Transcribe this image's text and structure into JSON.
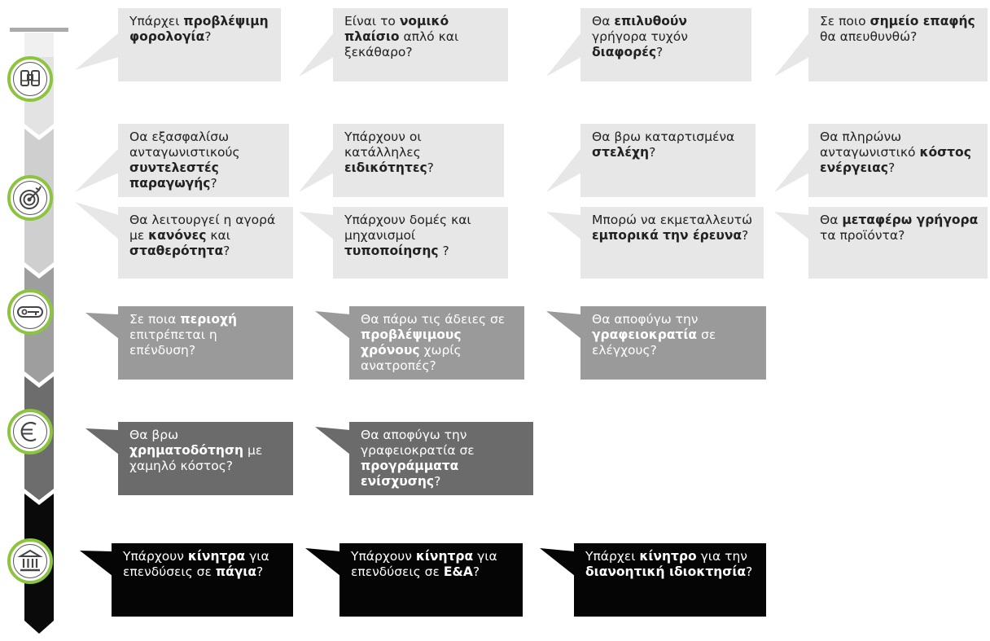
{
  "colors": {
    "accent_green": "#8cc43f",
    "tier_light": "#e7e7e7",
    "tier_mid": "#9a9a9a",
    "tier_dark": "#6b6b6b",
    "tier_black": "#050505"
  },
  "icons": [
    "binoculars-icon",
    "target-icon",
    "key-icon",
    "euro-icon",
    "bank-icon"
  ],
  "rows": [
    {
      "tier": "t1",
      "cells": [
        [
          {
            "t": "Υπάρχει "
          },
          {
            "b": "προβλέψιμη φορολογία"
          },
          {
            "t": "?"
          }
        ],
        [
          {
            "t": "Είναι το "
          },
          {
            "b": "νομικό πλαίσιο"
          },
          {
            "t": " απλό και ξεκάθαρο?"
          }
        ],
        [
          {
            "t": "Θα "
          },
          {
            "b": "επιλυθούν"
          },
          {
            "t": " γρήγορα τυχόν "
          },
          {
            "b": "διαφορές"
          },
          {
            "t": "?"
          }
        ],
        [
          {
            "t": "Σε ποιο "
          },
          {
            "b": "σημείο επαφής"
          },
          {
            "t": " θα απευθυνθώ?"
          }
        ]
      ]
    },
    {
      "tier": "t2",
      "cells": [
        [
          {
            "t": "Οα εξασφαλίσω ανταγωνιστικούς "
          },
          {
            "b": "συντελεστές παραγωγής"
          },
          {
            "t": "?"
          }
        ],
        [
          {
            "t": "Υπάρχουν οι κατάλληλες "
          },
          {
            "b": "ειδικότητες"
          },
          {
            "t": "?"
          }
        ],
        [
          {
            "t": "Θα βρω καταρτισμένα "
          },
          {
            "b": "στελέχη"
          },
          {
            "t": "?"
          }
        ],
        [
          {
            "t": "Θα πληρώνω ανταγωνιστικό "
          },
          {
            "b": "κόστος ενέργειας"
          },
          {
            "t": "?"
          }
        ]
      ]
    },
    {
      "tier": "t2",
      "cells": [
        [
          {
            "t": "Θα λειτουργεί η αγορά με "
          },
          {
            "b": "κανόνες"
          },
          {
            "t": " και "
          },
          {
            "b": "σταθερότητα"
          },
          {
            "t": "?"
          }
        ],
        [
          {
            "t": "Υπάρχουν δομές και μηχανισμοί "
          },
          {
            "b": "τυποποίησης"
          },
          {
            "t": " ?"
          }
        ],
        [
          {
            "t": "Μπορώ να εκμεταλλευτώ "
          },
          {
            "b": "εμπορικά την έρευνα"
          },
          {
            "t": "?"
          }
        ],
        [
          {
            "t": "Θα "
          },
          {
            "b": "μεταφέρω γρήγορα"
          },
          {
            "t": " τα προϊόντα?"
          }
        ]
      ]
    },
    {
      "tier": "t3",
      "cells": [
        [
          {
            "t": "Σε ποια "
          },
          {
            "b": "περιοχή"
          },
          {
            "t": " επιτρέπεται η επένδυση?"
          }
        ],
        [
          {
            "t": "Θα πάρω τις άδειες σε "
          },
          {
            "b": "προβλέψιμους χρόνους"
          },
          {
            "t": " χωρίς ανατροπές?"
          }
        ],
        [
          {
            "t": "Θα αποφύγω την "
          },
          {
            "b": "γραφειοκρατία"
          },
          {
            "t": " σε ελέγχους?"
          }
        ]
      ]
    },
    {
      "tier": "t4",
      "cells": [
        [
          {
            "t": "Θα βρω "
          },
          {
            "b": "χρηματοδότηση"
          },
          {
            "t": " με χαμηλό κόστος?"
          }
        ],
        [
          {
            "t": "Θα αποφύγω την γραφειοκρατία σε "
          },
          {
            "b": "προγράμματα ενίσχυσης"
          },
          {
            "t": "?"
          }
        ]
      ]
    },
    {
      "tier": "t5",
      "cells": [
        [
          {
            "t": "Υπάρχουν "
          },
          {
            "b": "κίνητρα"
          },
          {
            "t": " για επενδύσεις σε "
          },
          {
            "b": "πάγια"
          },
          {
            "t": "?"
          }
        ],
        [
          {
            "t": "Υπάρχουν "
          },
          {
            "b": "κίνητρα"
          },
          {
            "t": " για επενδύσεις σε "
          },
          {
            "b": "Ε&Α"
          },
          {
            "t": "?"
          }
        ],
        [
          {
            "t": "Υπάρχει "
          },
          {
            "b": "κίνητρο"
          },
          {
            "t": " για την "
          },
          {
            "b": "διανοητική ιδιοκτησία"
          },
          {
            "t": "?"
          }
        ]
      ]
    }
  ]
}
